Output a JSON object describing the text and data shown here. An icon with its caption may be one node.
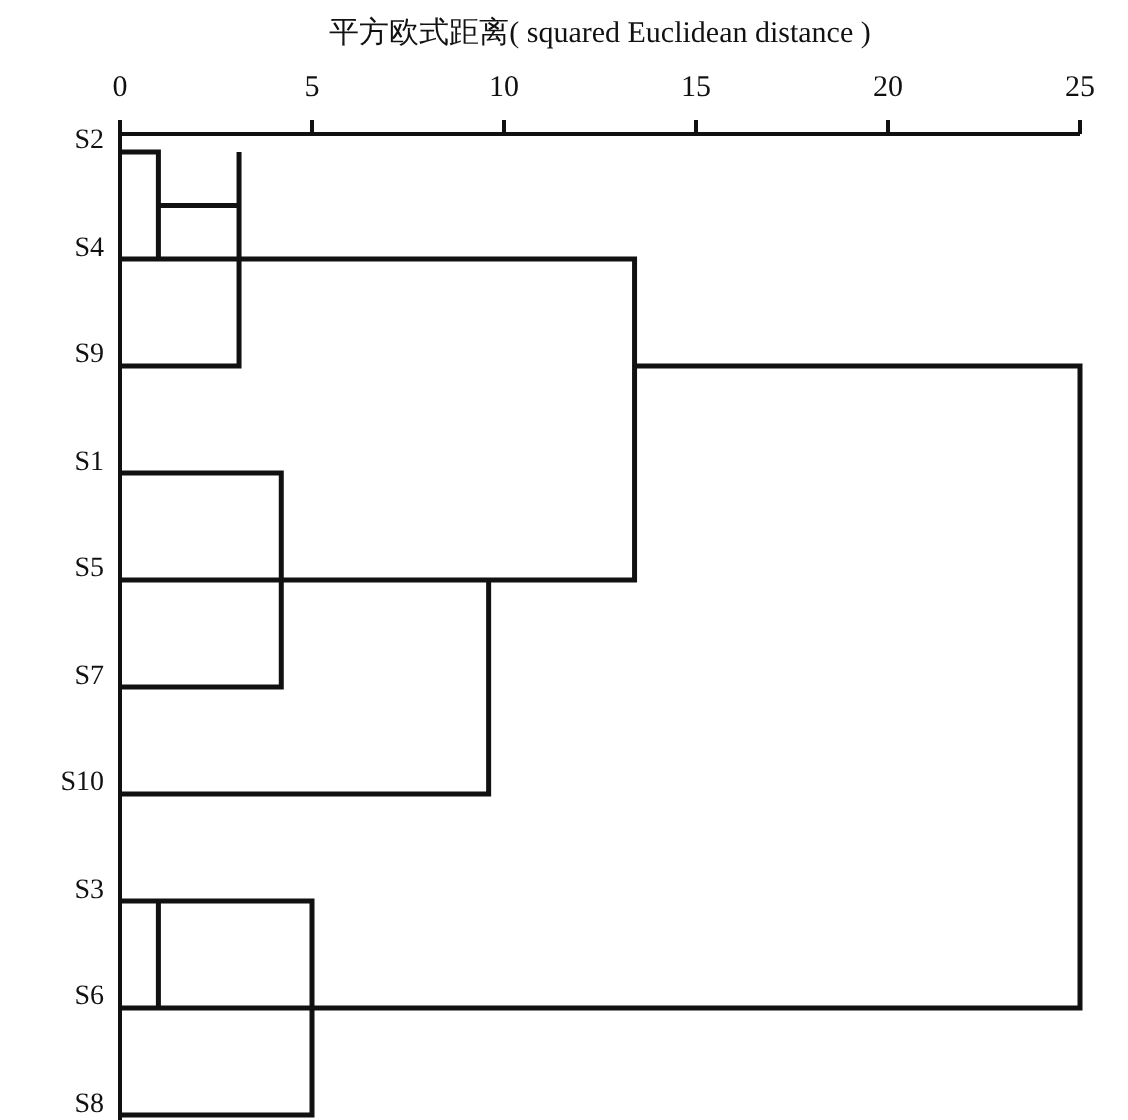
{
  "diagram": {
    "labels": [
      "平方欧式距离( squared Euclidean distance )",
      "0",
      "5",
      "10",
      "15",
      "20",
      "25",
      "S2",
      "S4",
      "S9",
      "S1",
      "S5",
      "S7",
      "S10",
      "S3",
      "S6",
      "S8"
    ]
  }
}
